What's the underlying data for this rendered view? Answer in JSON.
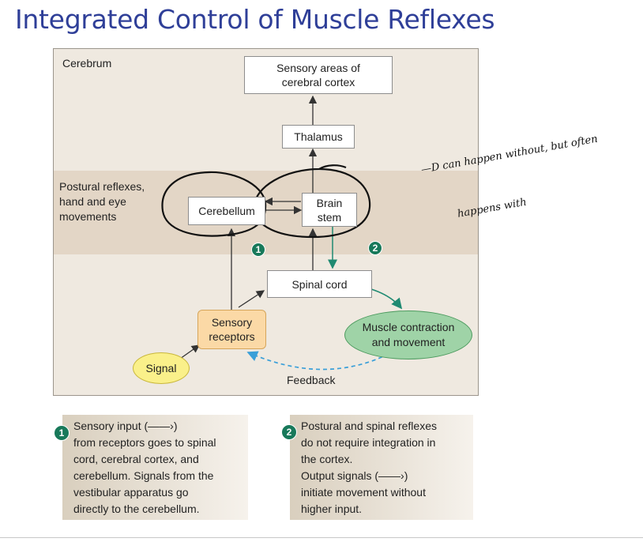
{
  "title": "Integrated Control of Muscle Reflexes",
  "regions": {
    "cerebrum": "Cerebrum",
    "postural_line1": "Postural reflexes,",
    "postural_line2": "hand and eye",
    "postural_line3": "movements"
  },
  "boxes": {
    "sensory_areas_line1": "Sensory areas of",
    "sensory_areas_line2": "cerebral cortex",
    "thalamus": "Thalamus",
    "cerebellum": "Cerebellum",
    "brainstem_line1": "Brain",
    "brainstem_line2": "stem",
    "spinal_cord": "Spinal cord",
    "sensory_receptors_line1": "Sensory",
    "sensory_receptors_line2": "receptors",
    "muscle_line1": "Muscle contraction",
    "muscle_line2": "and movement",
    "signal": "Signal",
    "feedback": "Feedback"
  },
  "badges": {
    "one": "1",
    "two": "2"
  },
  "notes": {
    "one": [
      "Sensory input (——›)",
      "from receptors goes to spinal",
      "cord, cerebral cortex, and",
      "cerebellum. Signals from the",
      "vestibular apparatus go",
      "directly to the cerebellum."
    ],
    "two": [
      "Postural and spinal reflexes",
      "do not require integration in",
      "the cortex.",
      "Output signals (——›)",
      "initiate movement without",
      "higher input."
    ]
  },
  "handwriting": {
    "line1": "—D can happen without, but often",
    "line2": "happens with"
  },
  "colors": {
    "title": "#2f3f98",
    "panel": "#efe9e0",
    "band": "#e3d6c6",
    "receptor_fill": "#fbd9a6",
    "muscle_fill": "#9fd3a7",
    "signal_fill": "#faf08a",
    "output_arrow": "#1f8a72",
    "feedback_arrow": "#3a9fd8"
  }
}
